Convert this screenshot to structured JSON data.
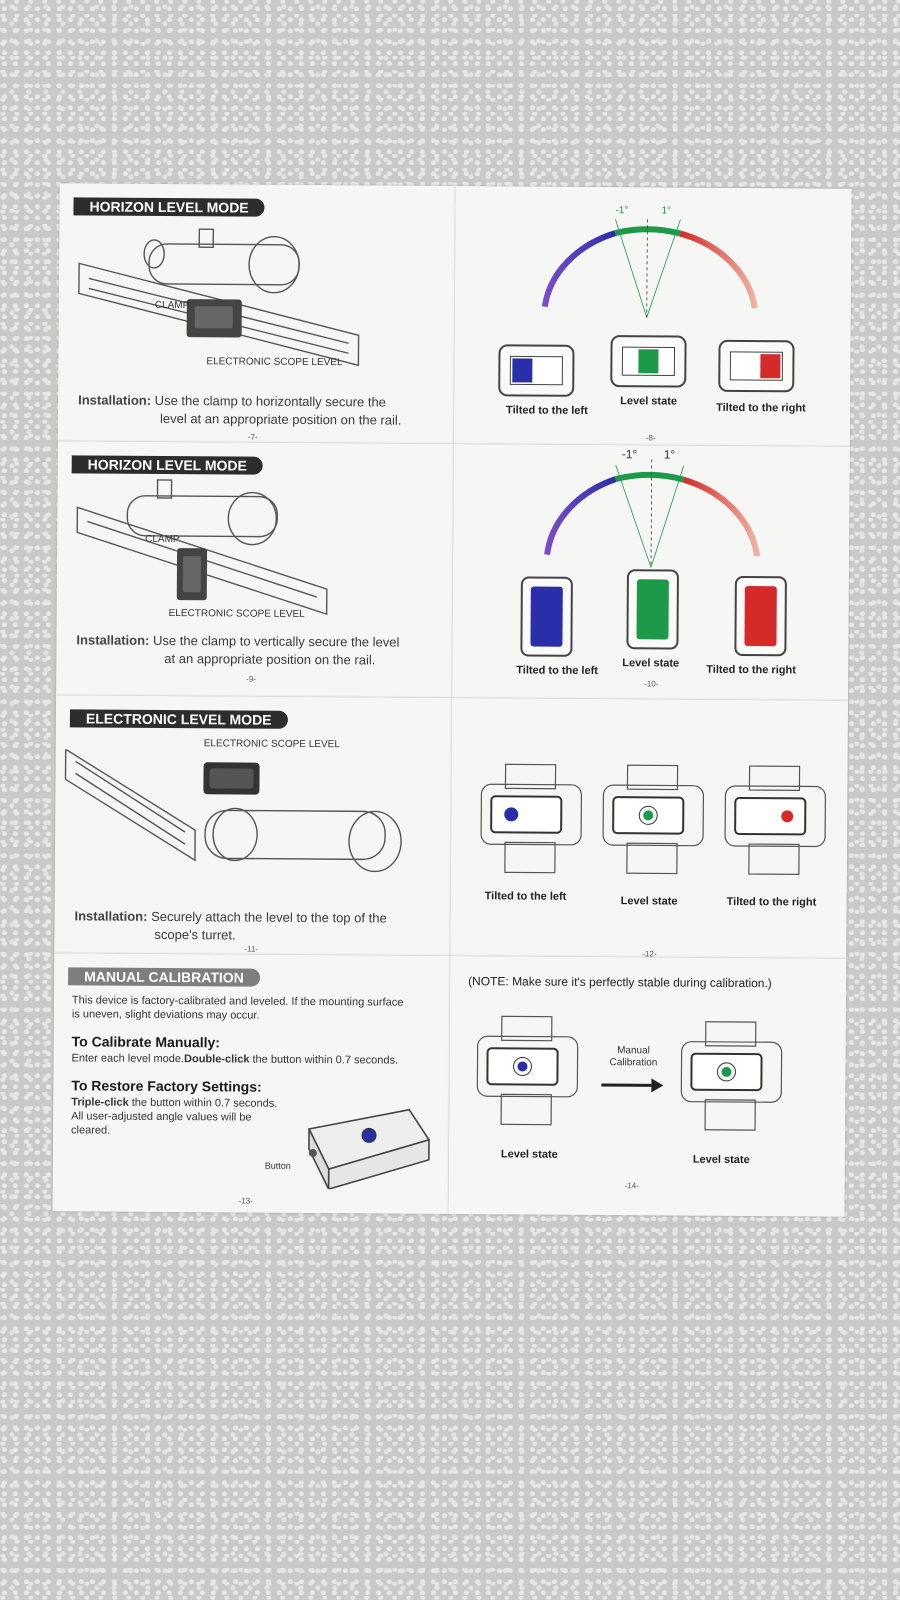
{
  "panels": {
    "p7": {
      "heading": "HORIZON LEVEL MODE",
      "clamp_label": "CLAMP",
      "device_label": "ELECTRONIC SCOPE LEVEL",
      "install_label": "Installation:",
      "install_text_1": "Use the clamp to horizontally secure the",
      "install_text_2": "level at an appropriate position on the rail.",
      "page": "-7-"
    },
    "p8": {
      "angle_left": "-1°",
      "angle_right": "1°",
      "state_left": "Tilted to the left",
      "state_center": "Level state",
      "state_right": "Tilted to the right",
      "page": "-8-"
    },
    "p9": {
      "heading": "HORIZON LEVEL MODE",
      "clamp_label": "CLAMP",
      "device_label": "ELECTRONIC SCOPE LEVEL",
      "install_label": "Installation:",
      "install_text_1": "Use the clamp to vertically secure the level",
      "install_text_2": "at an appropriate position on the rail.",
      "page": "-9-"
    },
    "p10": {
      "angle_left": "-1°",
      "angle_right": "1°",
      "state_left": "Tilted to the left",
      "state_center": "Level state",
      "state_right": "Tilted to the right",
      "page": "-10-"
    },
    "p11": {
      "heading": "ELECTRONIC LEVEL MODE",
      "device_label": "ELECTRONIC SCOPE LEVEL",
      "install_label": "Installation:",
      "install_text_1": "Securely attach the level to the top of the",
      "install_text_2": "scope's turret.",
      "page": "-11-"
    },
    "p12": {
      "state_left": "Tilted to the left",
      "state_center": "Level state",
      "state_right": "Tilted to the right",
      "page": "-12-"
    },
    "p13": {
      "heading": "MANUAL CALIBRATION",
      "intro_1": "This device is factory-calibrated and leveled. If the mounting surface",
      "intro_2": "is uneven, slight deviations may occur.",
      "calib_heading": "To Calibrate Manually:",
      "calib_text_a": "Enter each level mode.",
      "calib_text_b": "Double-click",
      "calib_text_c": " the button within 0.7 seconds.",
      "restore_heading": "To Restore Factory Settings:",
      "restore_a": "Triple-click",
      "restore_b": " the button within 0.7 seconds.",
      "restore_2": "All user-adjusted angle values will be",
      "restore_3": "cleared.",
      "button_label": "Button",
      "page": "-13-"
    },
    "p14": {
      "note": "(NOTE: Make sure it's perfectly stable during calibration.)",
      "arrow_label_1": "Manual",
      "arrow_label_2": "Calibration",
      "state_left": "Level state",
      "state_right": "Level state",
      "page": "-14-"
    }
  },
  "colors": {
    "left": "#2a2ea8",
    "level": "#1c9a4a",
    "right": "#d42a2a",
    "heading": "#2d2d2d"
  }
}
